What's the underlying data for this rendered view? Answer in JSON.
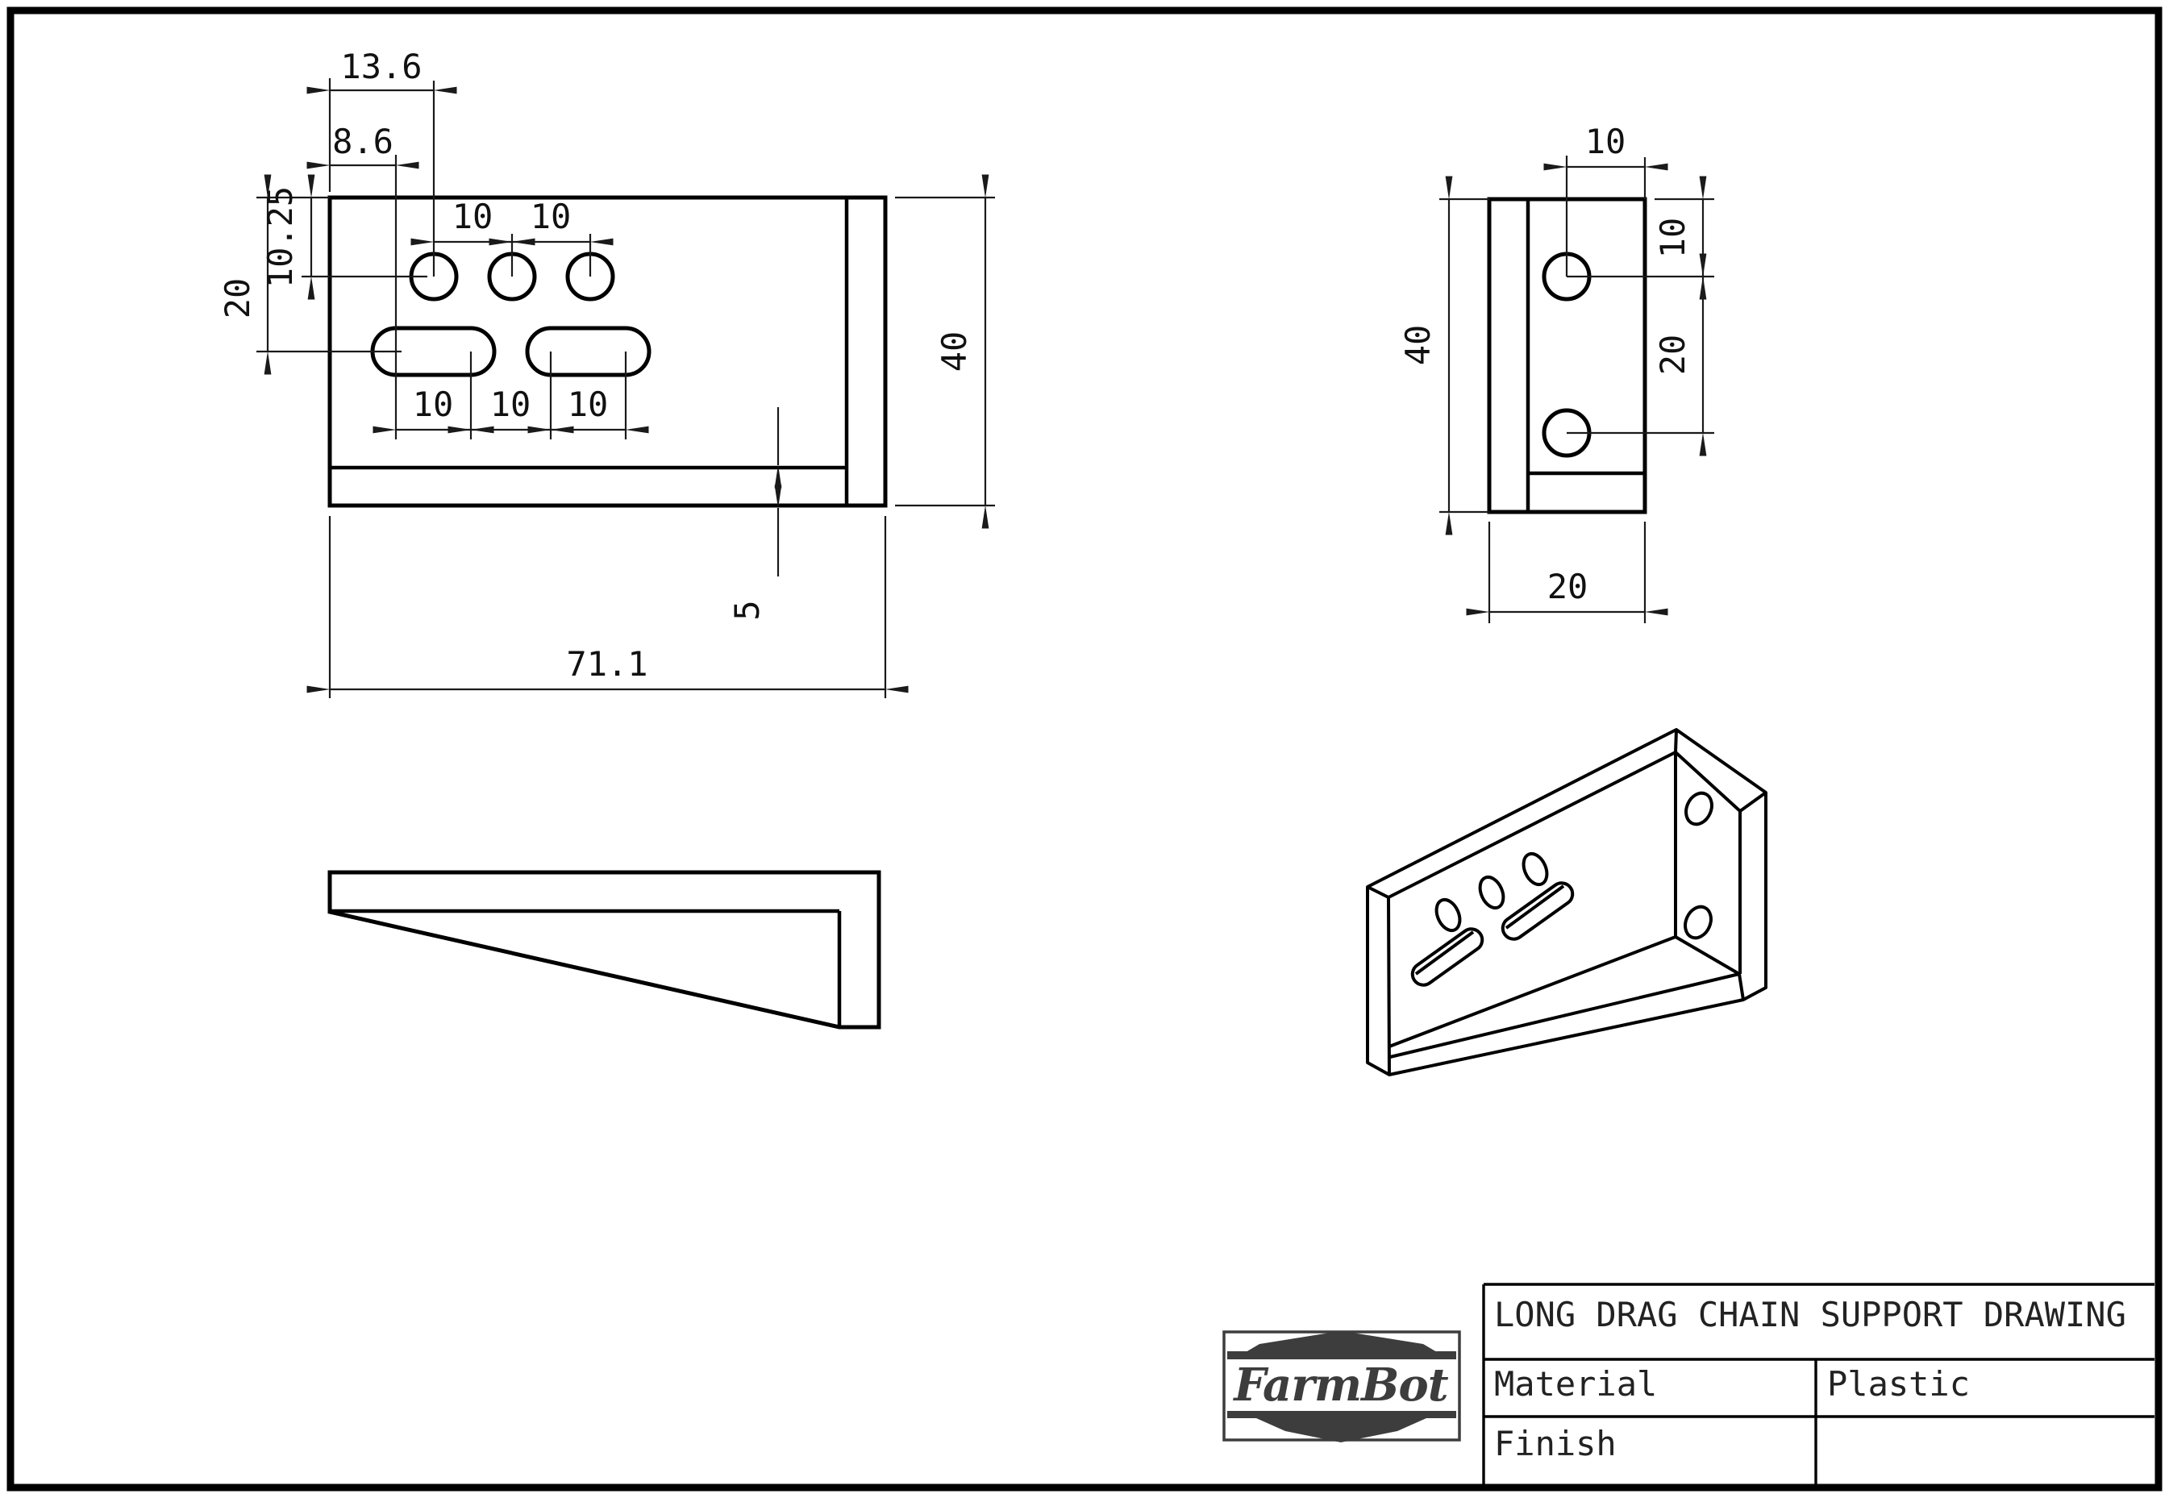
{
  "page": {
    "background": "#ffffff",
    "line_color": "#000000",
    "text_color": "#1a1a1a",
    "logo_color": "#3d3d3d"
  },
  "title_block": {
    "title": "LONG DRAG CHAIN SUPPORT DRAWING",
    "material_label": "Material",
    "material_value": "Plastic",
    "finish_label": "Finish",
    "finish_value": "",
    "logo_text": "FarmBot"
  },
  "front_view": {
    "dims": {
      "hole1_from_edge": "13.6",
      "slot_from_edge": "8.6",
      "hole_row_from_top": "10.25",
      "slot_row_from_top": "20",
      "hole_pitch_a": "10",
      "hole_pitch_b": "10",
      "slot_pitch_a": "10",
      "slot_pitch_b": "10",
      "slot_pitch_c": "10",
      "bottom_strip_thickness": "5",
      "overall_width": "71.1",
      "overall_height": "40"
    }
  },
  "side_view": {
    "dims": {
      "hole_from_right_edge": "10",
      "hole_from_top": "10",
      "hole_pitch": "20",
      "overall_height": "40",
      "overall_depth": "20"
    }
  }
}
